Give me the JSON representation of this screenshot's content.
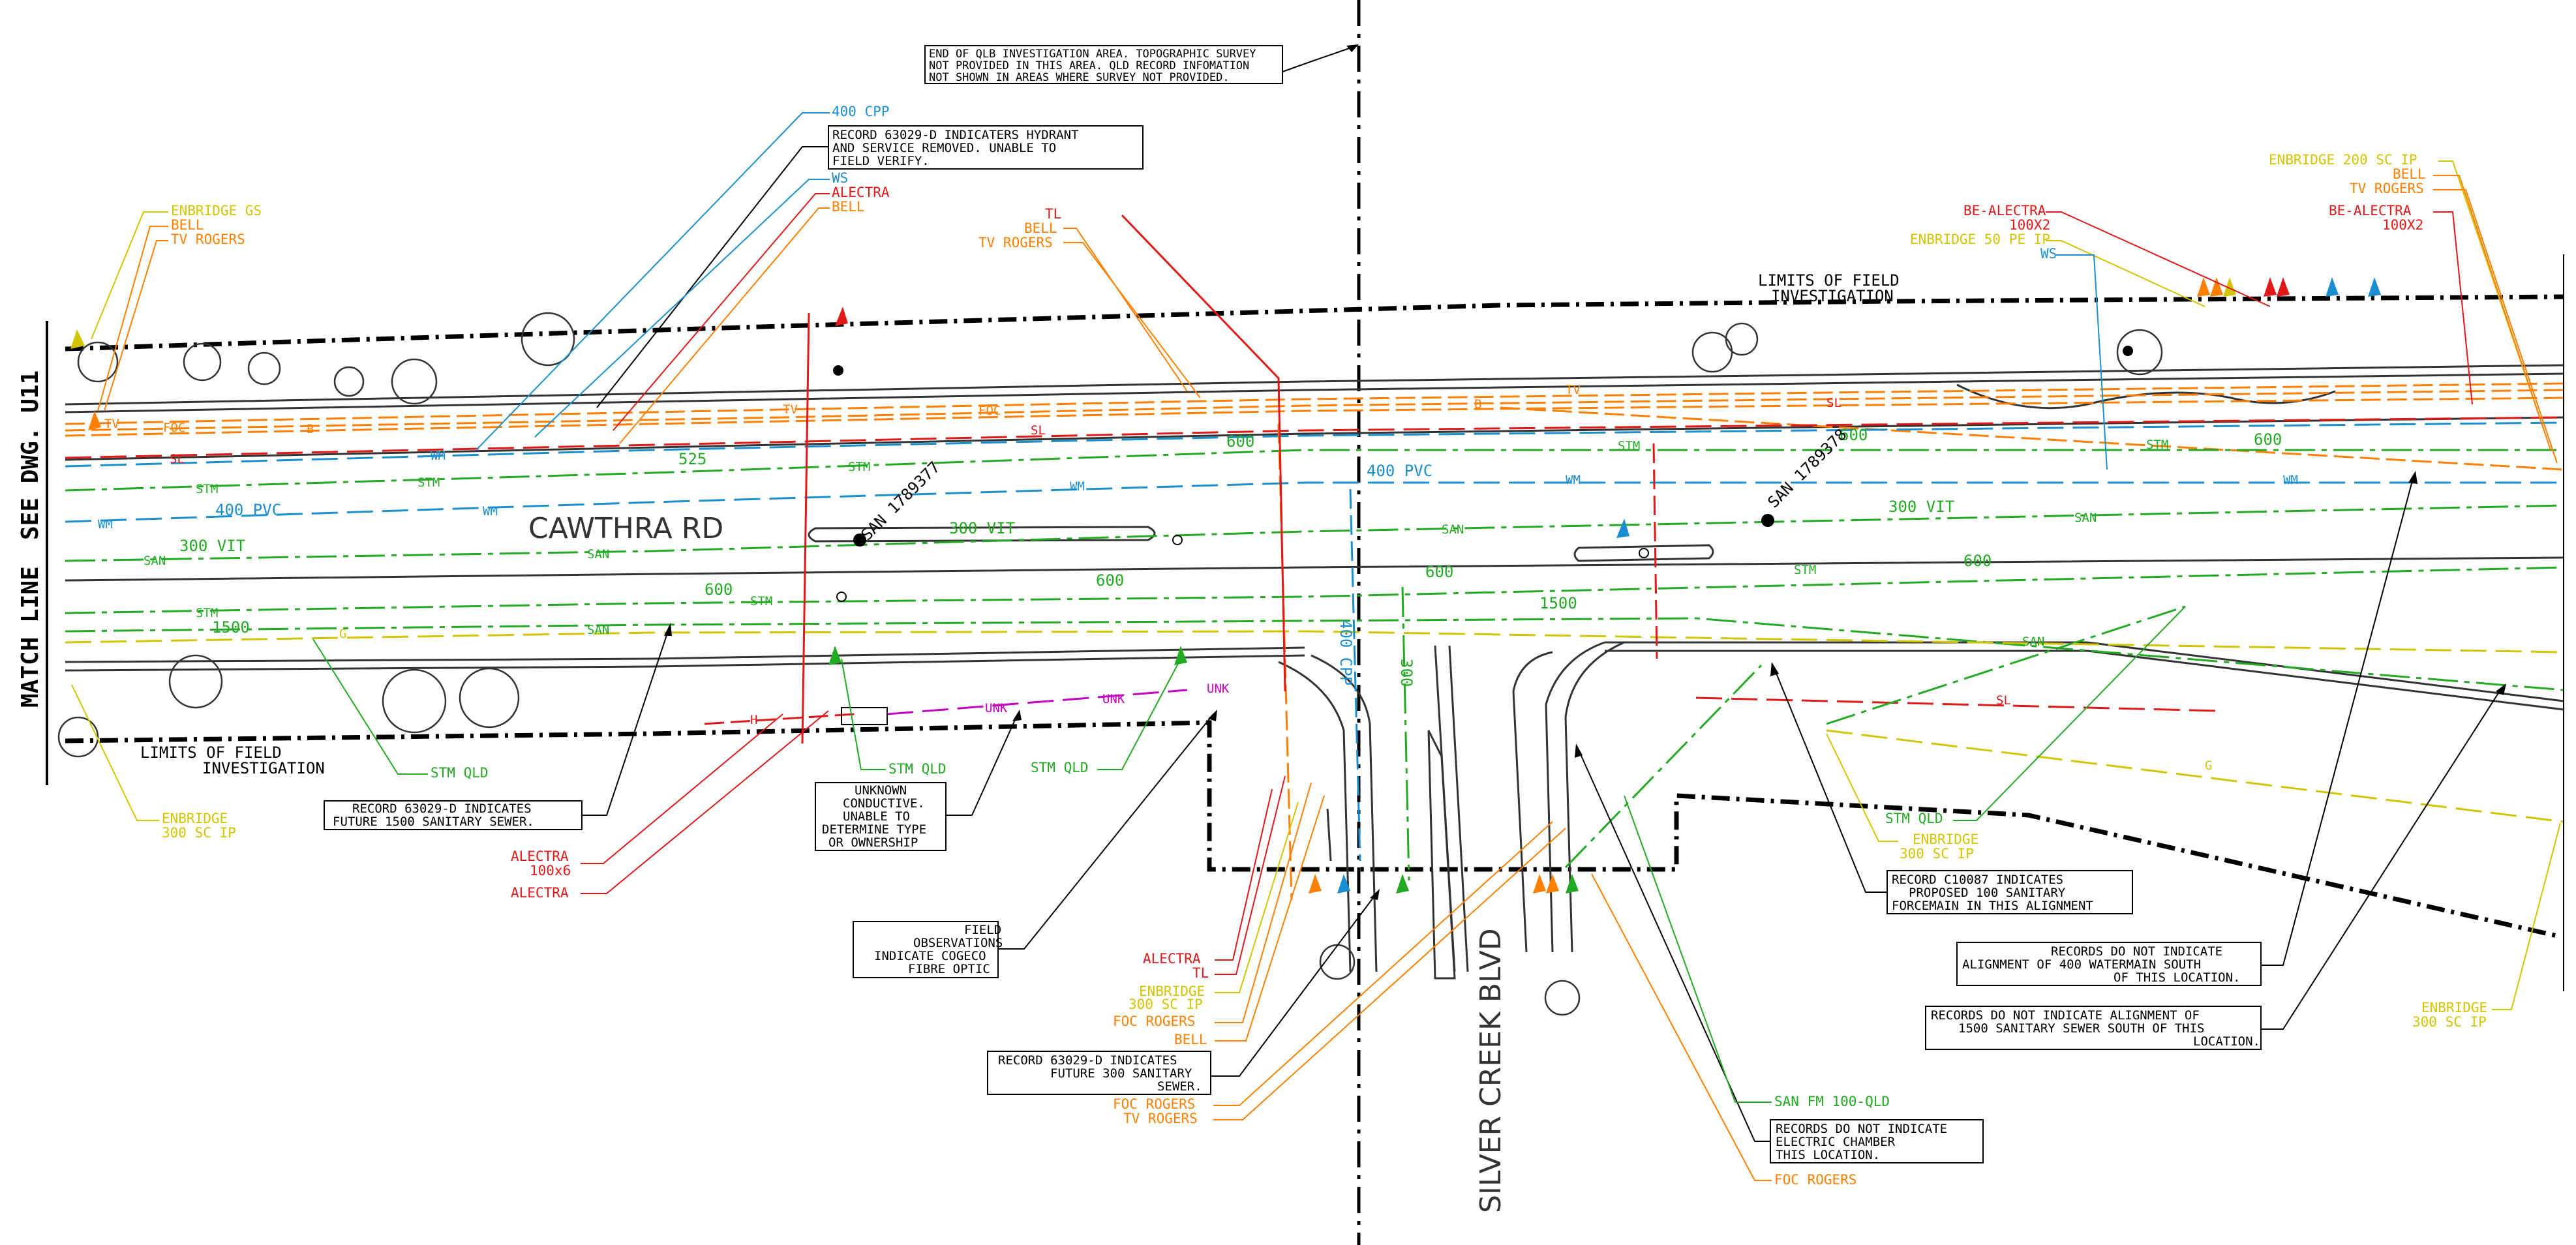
{
  "sheet": {
    "match_line": "MATCH LINE",
    "see_dwg": "SEE DWG. U11"
  },
  "roads": {
    "cawthra": "CAWTHRA RD",
    "silver_creek": "SILVER CREEK BLVD"
  },
  "limits": {
    "top": [
      "LIMITS OF FIELD",
      "INVESTIGATION"
    ],
    "bottom": [
      "LIMITS OF FIELD",
      "INVESTIGATION"
    ]
  },
  "notes": {
    "end_qlb": [
      "END OF QLB INVESTIGATION AREA. TOPOGRAPHIC SURVEY",
      "NOT PROVIDED IN THIS AREA. QLD RECORD INFOMATION",
      "NOT SHOWN IN AREAS WHERE SURVEY NOT PROVIDED."
    ],
    "hydrant": [
      "RECORD 63029-D INDICATERS HYDRANT",
      "AND SERVICE REMOVED. UNABLE TO",
      "FIELD VERIFY."
    ],
    "future_1500": [
      "RECORD 63029-D INDICATES",
      "FUTURE 1500 SANITARY SEWER."
    ],
    "unknown": [
      "UNKNOWN",
      "CONDUCTIVE.",
      "UNABLE TO",
      "DETERMINE TYPE",
      "OR OWNERSHIP"
    ],
    "cogeco": [
      "FIELD",
      "OBSERVATIONS",
      "INDICATE COGECO",
      "FIBRE OPTIC"
    ],
    "future_300": [
      "RECORD 63029-D INDICATES",
      "FUTURE 300 SANITARY",
      "SEWER."
    ],
    "chamber": [
      "RECORDS DO NOT INDICATE",
      "ELECTRIC CHAMBER",
      "THIS LOCATION."
    ],
    "c10087": [
      "RECORD C10087 INDICATES",
      "PROPOSED 100 SANITARY",
      "FORCEMAIN IN THIS ALIGNMENT"
    ],
    "watermain_400": [
      "RECORDS DO NOT INDICATE",
      "ALIGNMENT OF 400 WATERMAIN SOUTH",
      "OF THIS LOCATION."
    ],
    "sanitary_1500": [
      "RECORDS DO NOT INDICATE ALIGNMENT OF",
      "1500 SANITARY SEWER SOUTH OF THIS",
      "LOCATION."
    ]
  },
  "callouts": {
    "tl_left": {
      "enbridge_gs": "ENBRIDGE GS",
      "bell": "BELL",
      "tv_rogers": "TV ROGERS"
    },
    "tl_mid": {
      "cpp": "400 CPP",
      "ws": "WS",
      "alectra": "ALECTRA",
      "bell": "BELL"
    },
    "tl_mid2": {
      "tl": "TL",
      "bell": "BELL",
      "tv_rogers": "TV ROGERS"
    },
    "bl_left": {
      "enbridge": "ENBRIDGE",
      "sc_ip": "300 SC IP"
    },
    "bl_stm": "STM QLD",
    "bl_alectra": {
      "a1": "ALECTRA",
      "a1b": "100x6",
      "a2": "ALECTRA"
    },
    "bl_stm2": "STM QLD",
    "bl_stm3": "STM QLD",
    "bm_stack": {
      "alectra": "ALECTRA",
      "tl": "TL",
      "enbridge": "ENBRIDGE",
      "sc_ip": "300 SC IP",
      "foc_rogers": "FOC ROGERS",
      "bell": "BELL"
    },
    "bm_stack2": {
      "foc_rogers": "FOC ROGERS",
      "tv_rogers": "TV ROGERS"
    },
    "br_san_fm": "SAN FM 100-QLD",
    "br_foc": "FOC ROGERS",
    "br_stm": "STM QLD",
    "br_enbridge": {
      "enbridge": "ENBRIDGE",
      "sc_ip": "300 SC IP"
    },
    "br_enbridge2": {
      "enbridge": "ENBRIDGE",
      "sc_ip": "300 SC IP"
    },
    "tr_be": {
      "be_alectra": "BE-ALECTRA",
      "size": "100X2",
      "enbridge_pe": "ENBRIDGE 50 PE IP",
      "ws": "WS"
    },
    "tr_right": {
      "enbridge_sc": "ENBRIDGE 200 SC IP",
      "bell": "BELL",
      "tv_rogers": "TV ROGERS",
      "be_alectra": "BE-ALECTRA",
      "size": "100X2"
    }
  },
  "pipes": {
    "pvc_400_a": "400 PVC",
    "pvc_400_b": "400 PVC",
    "vit_300_a": "300 VIT",
    "vit_300_b": "300 VIT",
    "vit_300_c": "300 VIT",
    "stm_600_a": "600",
    "stm_600_b": "600",
    "stm_600_c": "600",
    "stm_600_d": "600",
    "stm_600_e": "600",
    "stm_600_f": "600",
    "stm_1500_a": "1500",
    "stm_1500_b": "1500",
    "stm_525": "525",
    "san_300": "300",
    "cpp_400": "400 CPP",
    "san_1789377": "SAN 1789377",
    "san_1789378": "SAN 1789378"
  },
  "line_codes": {
    "stm": "STM",
    "san": "SAN",
    "wm": "WM",
    "tv": "TV",
    "foc": "FOC",
    "b": "B",
    "sl": "SL",
    "g": "G",
    "unk": "UNK",
    "h": "H"
  },
  "colors": {
    "storm": "#22aa22",
    "water": "#1a8fd0",
    "telecom": "#ff7f00",
    "electric": "#e01818",
    "gas": "#d4c400",
    "unknown": "#c400c4",
    "survey": "#000000",
    "edge": "#333333"
  }
}
